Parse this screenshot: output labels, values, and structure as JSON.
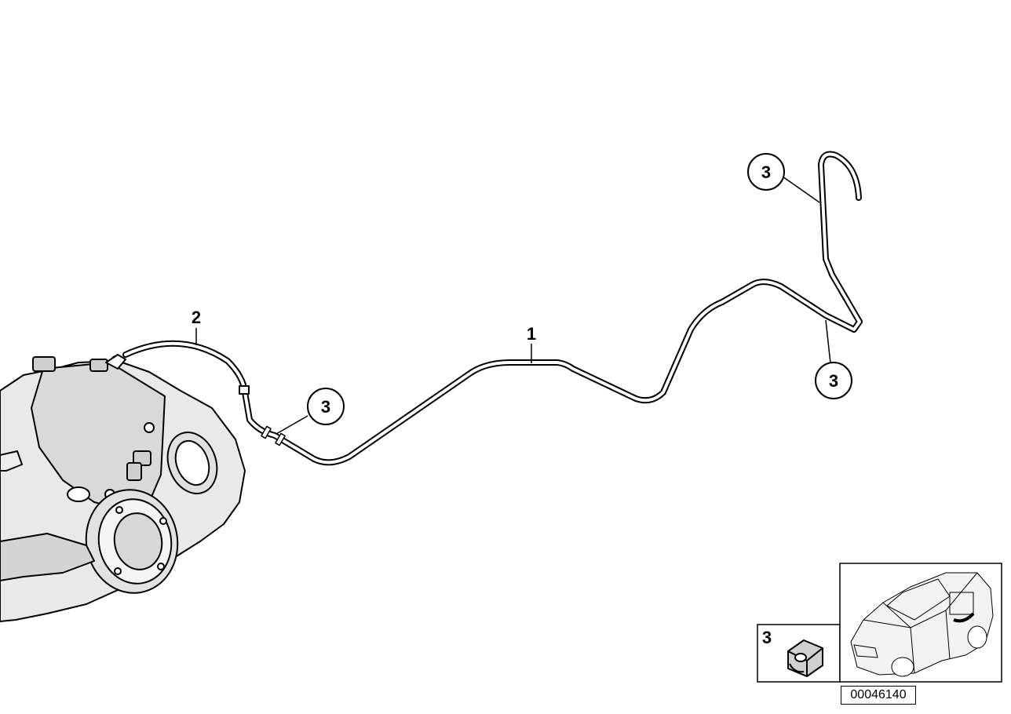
{
  "callouts": {
    "label_1": "1",
    "label_2": "2",
    "label_3a": "3",
    "label_3b": "3",
    "label_3c": "3"
  },
  "inset": {
    "legend_number": "3"
  },
  "reference_number": "00046140"
}
